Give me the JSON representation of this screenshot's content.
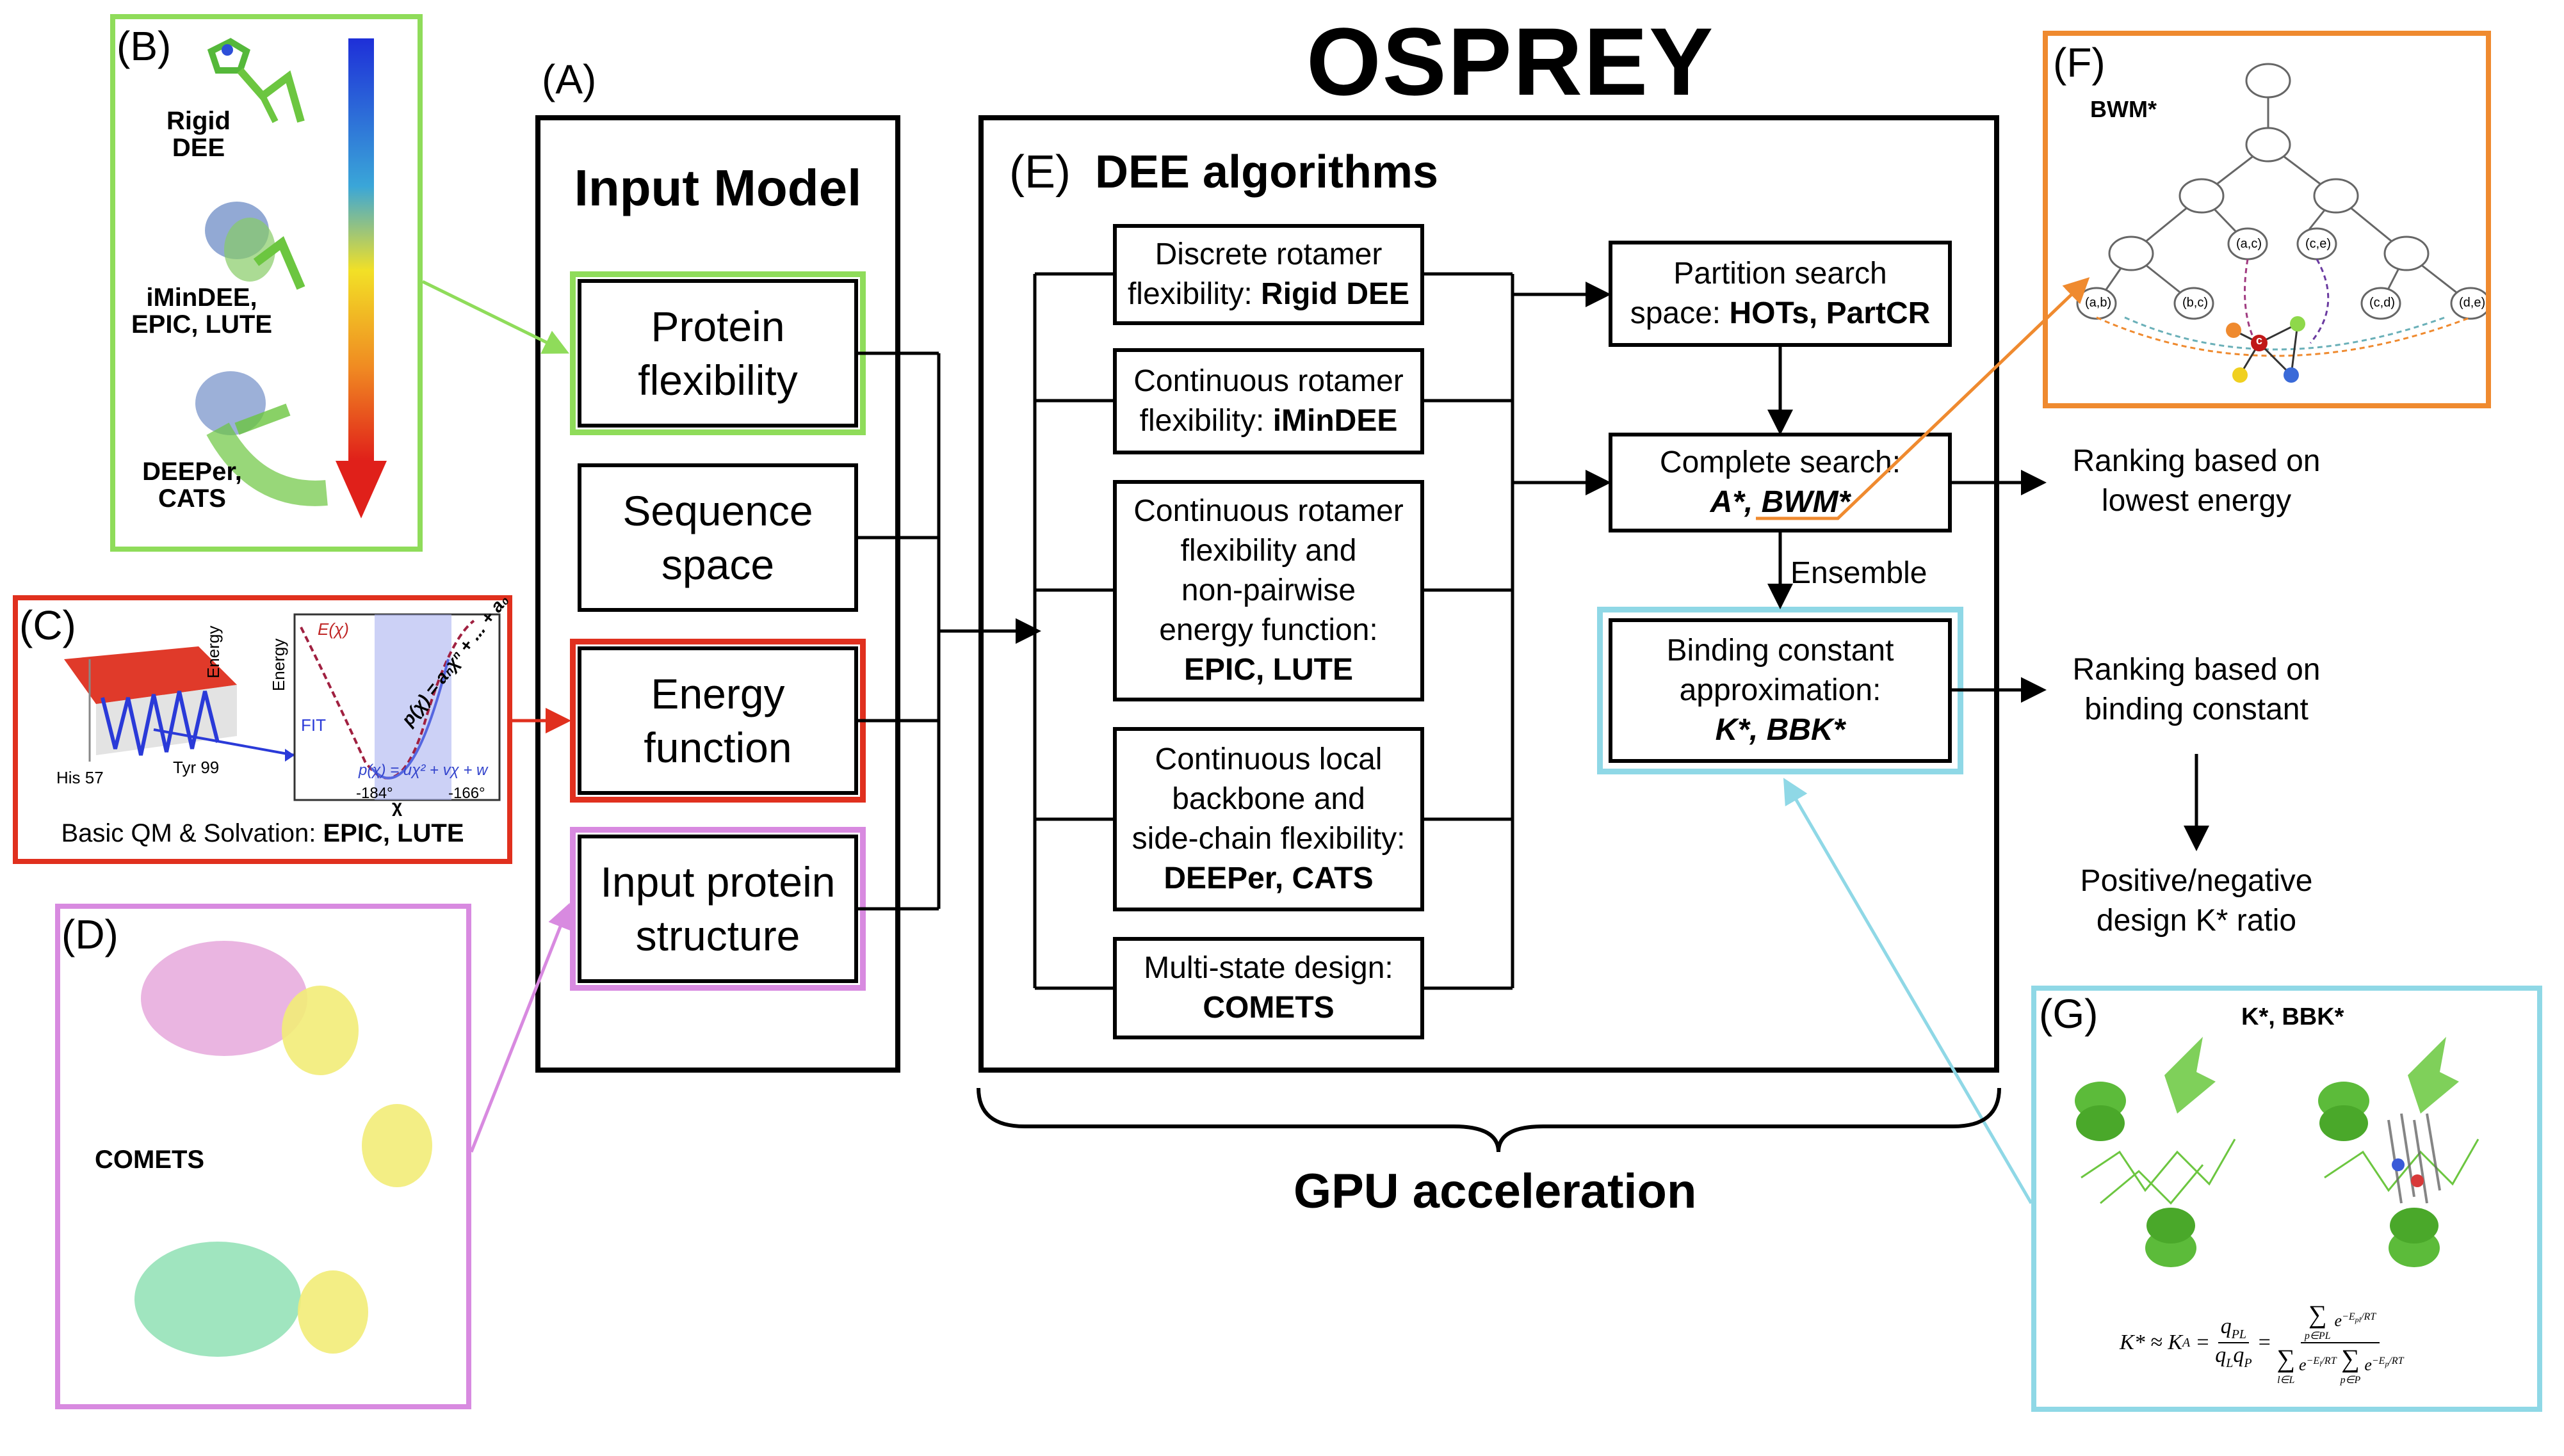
{
  "title": "OSPREY",
  "gpu_label": "GPU acceleration",
  "panelA": {
    "label": "(A)",
    "heading": "Input Model",
    "items": [
      "Protein\nflexibility",
      "Sequence\nspace",
      "Energy\nfunction",
      "Input protein\nstructure"
    ]
  },
  "panelB": {
    "label": "(B)",
    "captions": [
      "Rigid\nDEE",
      "iMinDEE,\nEPIC, LUTE",
      "DEEPer,\nCATS"
    ]
  },
  "panelC": {
    "label": "(C)",
    "caption_prefix": "Basic QM & Solvation: ",
    "caption_bold": "EPIC, LUTE",
    "axis_energy": "Energy",
    "res1": "His 57",
    "res2": "Tyr 99",
    "fit": "FIT",
    "ex": "E(χ)",
    "px": "p(χ) = uχ² + vχ + w",
    "poly": "p(χ) = aₙχⁿ + ... + a₀",
    "tick1": "-184°",
    "tick2": "-166°",
    "chi": "χ"
  },
  "panelD": {
    "label": "(D)",
    "caption": "COMETS"
  },
  "panelE": {
    "label": "(E)",
    "heading": "DEE algorithms",
    "algos": [
      {
        "text": "Discrete rotamer\nflexibility: ",
        "bold": "Rigid DEE"
      },
      {
        "text": "Continuous rotamer\nflexibility: ",
        "bold": "iMinDEE"
      },
      {
        "text": "Continuous rotamer\nflexibility and\nnon-pairwise\nenergy function:\n",
        "bold": "EPIC, LUTE"
      },
      {
        "text": "Continuous local\nbackbone and\nside-chain flexibility:\n",
        "bold": "DEEPer, CATS"
      },
      {
        "text": "Multi-state design:\n",
        "bold": "COMETS"
      }
    ],
    "partition": {
      "text": "Partition search\nspace: ",
      "bold": "HOTs, PartCR"
    },
    "complete": {
      "text": "Complete search:\n",
      "bold": "A*, BWM*"
    },
    "ensemble": "Ensemble",
    "binding": {
      "text": "Binding constant\napproximation:\n",
      "bold": "K*, BBK*"
    }
  },
  "outputs": {
    "rank_energy": "Ranking based on\nlowest energy",
    "rank_binding": "Ranking based on\nbinding constant",
    "ratio": "Positive/negative\ndesign K* ratio"
  },
  "panelF": {
    "label": "(F)",
    "heading": "BWM*",
    "nodes": [
      "(a,b)",
      "(b,c)",
      "(a,c)",
      "(c,e)",
      "(c,d)",
      "(d,e)"
    ],
    "center_node": "c"
  },
  "panelG": {
    "label": "(G)",
    "heading": "K*, BBK*",
    "formula_lhs": "K* ≈ K",
    "formula_sub": "A",
    "formula_num": "q",
    "formula_num_sub": "PL",
    "formula_den": "q",
    "formula_den_sub1": "L",
    "formula_den_sub2": "P",
    "sum_pl": "p∈PL",
    "sum_l": "l∈L",
    "sum_p": "p∈P",
    "exp_pl": "−E",
    "exp_pl_sub": "pl",
    "exp_l_sub": "l",
    "exp_p_sub": "p",
    "rt": "/RT"
  },
  "colors": {
    "green": "#8fdc5a",
    "red": "#e0301e",
    "violet": "#d88ae0",
    "orange": "#ef8a2f",
    "cyan": "#8fd8e6"
  }
}
